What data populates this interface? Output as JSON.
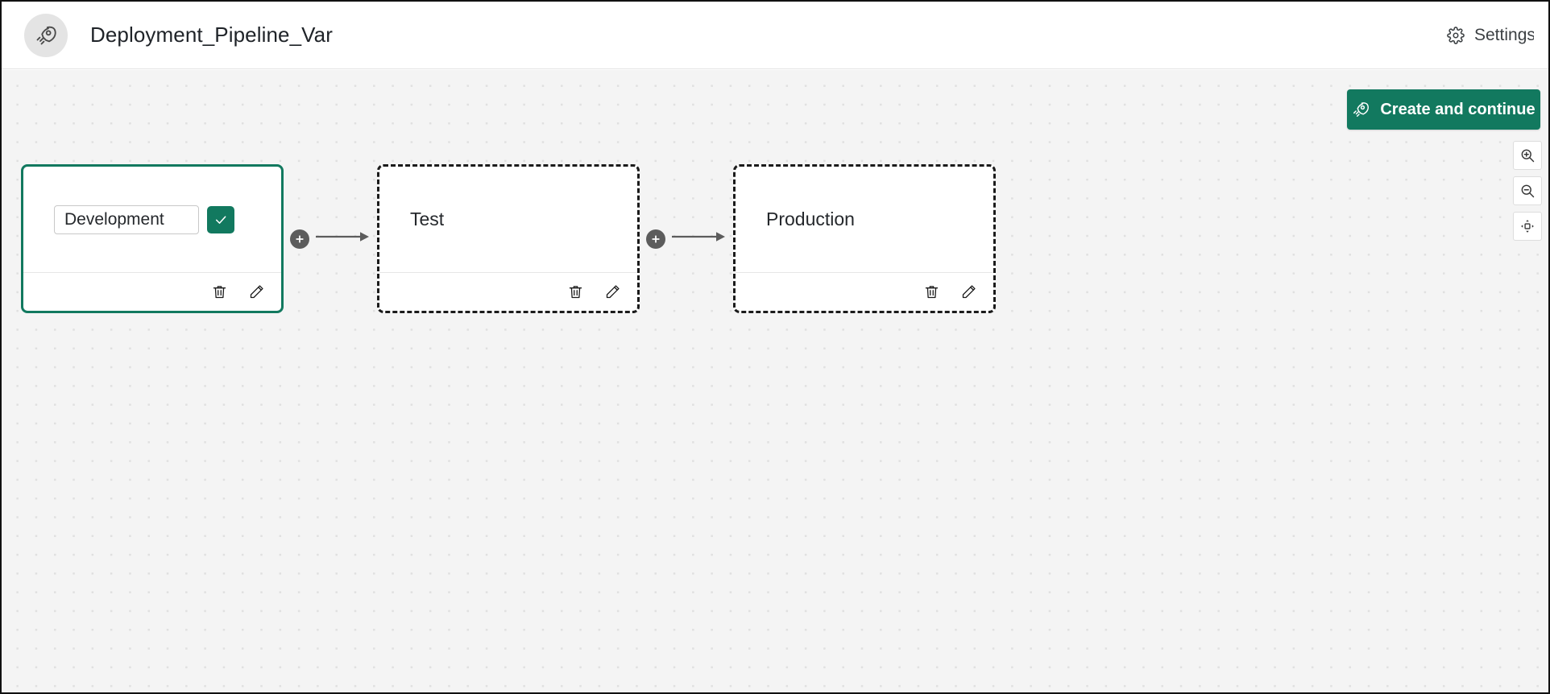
{
  "header": {
    "logo_icon": "rocket-icon",
    "title": "Deployment_Pipeline_Var",
    "settings_icon": "gear-icon",
    "settings_label": "Settings"
  },
  "toolbar": {
    "create_icon": "rocket-icon",
    "create_label": "Create and continue"
  },
  "zoom_controls": [
    {
      "name": "zoom-in-button",
      "icon": "zoom-in-icon"
    },
    {
      "name": "zoom-out-button",
      "icon": "zoom-out-icon"
    },
    {
      "name": "fit-view-button",
      "icon": "fit-view-icon"
    }
  ],
  "canvas": {
    "nodes": [
      {
        "id": "development",
        "label": "Development",
        "state": "editing",
        "input_value": "Development",
        "input_placeholder": "Stage name",
        "confirm_icon": "check-icon",
        "delete_icon": "trash-icon",
        "edit_icon": "pencil-icon"
      },
      {
        "id": "test",
        "label": "Test",
        "state": "default",
        "delete_icon": "trash-icon",
        "edit_icon": "pencil-icon"
      },
      {
        "id": "production",
        "label": "Production",
        "state": "default",
        "delete_icon": "trash-icon",
        "edit_icon": "pencil-icon"
      }
    ],
    "connectors": [
      {
        "id": "connector-1",
        "add_icon": "plus-icon",
        "arrow_icon": "arrow-right-icon"
      },
      {
        "id": "connector-2",
        "add_icon": "plus-icon",
        "arrow_icon": "arrow-right-icon"
      }
    ]
  },
  "colors": {
    "accent_green": "#12795f",
    "canvas_bg": "#f4f4f4",
    "node_border": "#1b1b1b",
    "connector_gray": "#5c5c5c"
  }
}
